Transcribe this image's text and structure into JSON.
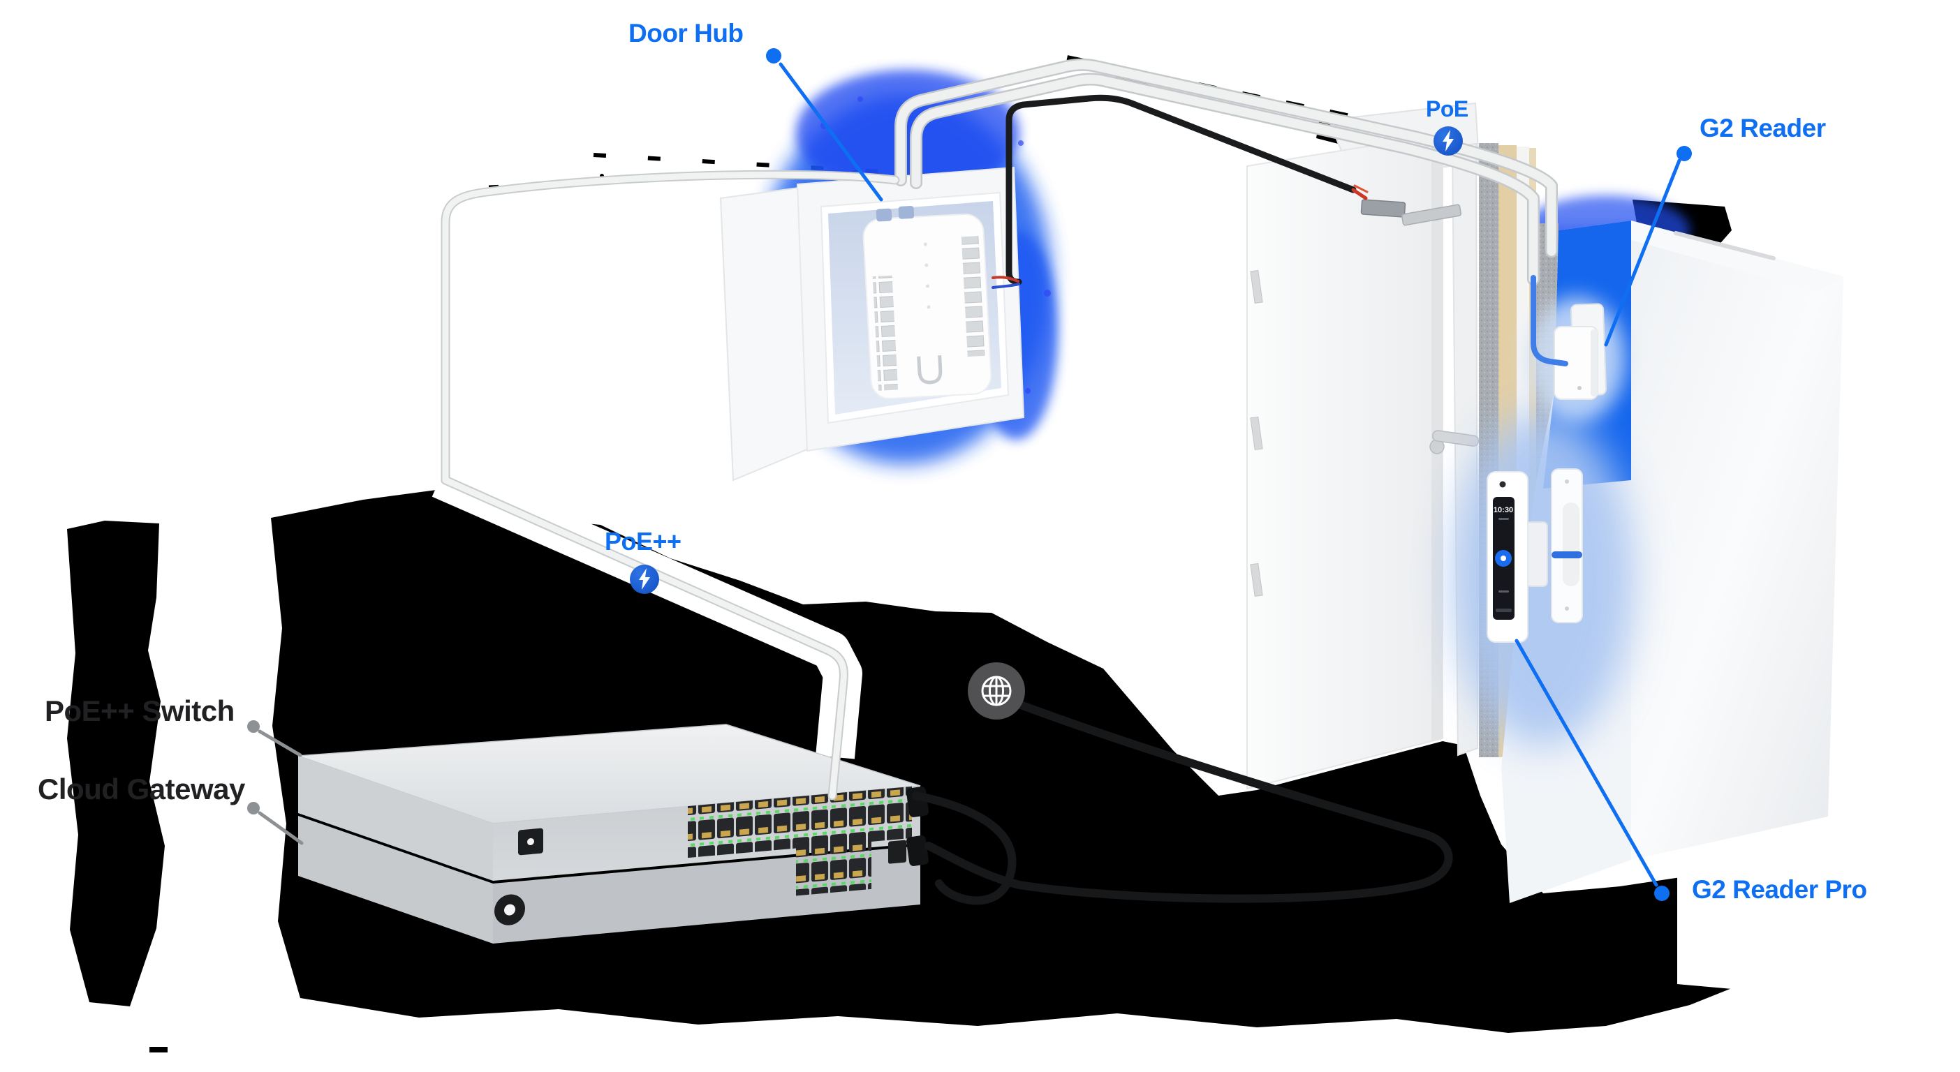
{
  "callouts": {
    "door_hub": {
      "label": "Door Hub",
      "color": "#0e6ff2"
    },
    "poe": {
      "label": "PoE",
      "color": "#0e6ff2",
      "badge": "lightning-bolt"
    },
    "g2_reader": {
      "label": "G2 Reader",
      "color": "#0e6ff2"
    },
    "poe_plus_plus": {
      "label": "PoE++",
      "color": "#0e6ff2",
      "badge": "lightning-bolt"
    },
    "poe_switch": {
      "label": "PoE++ Switch",
      "color": "#212124"
    },
    "cloud_gateway": {
      "label": "Cloud Gateway",
      "color": "#212124"
    },
    "g2_reader_pro": {
      "label": "G2 Reader Pro",
      "color": "#0e6ff2"
    }
  },
  "reader_pro_screen": {
    "time": "10:30"
  },
  "icons": {
    "internet": "globe-icon",
    "poe_power": "lightning-bolt-icon"
  },
  "colors": {
    "accent_blue": "#0e6ff2",
    "wall_blue": "#1566ed",
    "badge_blue": "#1b5fd6",
    "label_black": "#212124",
    "globe_gray": "#515154",
    "device_silver": "#d3d6d9",
    "shadow_black": "#000000"
  }
}
